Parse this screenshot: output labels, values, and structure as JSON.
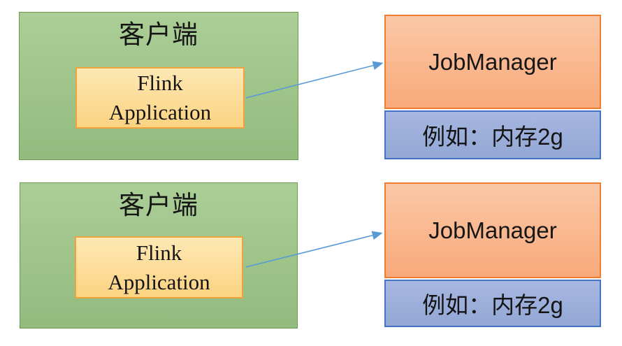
{
  "diagram": {
    "groups": [
      {
        "client_title": "客户端",
        "flink_label": "Flink\nApplication",
        "jobmanager_label": "JobManager",
        "memory_label": "例如：内存2g"
      },
      {
        "client_title": "客户端",
        "flink_label": "Flink\nApplication",
        "jobmanager_label": "JobManager",
        "memory_label": "例如：内存2g"
      }
    ]
  },
  "colors": {
    "green_top": "#abce97",
    "green_bottom": "#93bb7e",
    "green_border": "#6b9c4e",
    "gold_top": "#fce8b4",
    "gold_bottom": "#fbd381",
    "gold_border": "#f0a23c",
    "orange_top": "#fac8a6",
    "orange_bottom": "#f9a97b",
    "orange_border": "#ed7d31",
    "blue_top": "#a6b7e0",
    "blue_bottom": "#93a7d5",
    "blue_border": "#4472c4",
    "arrow": "#5b9bd5"
  }
}
